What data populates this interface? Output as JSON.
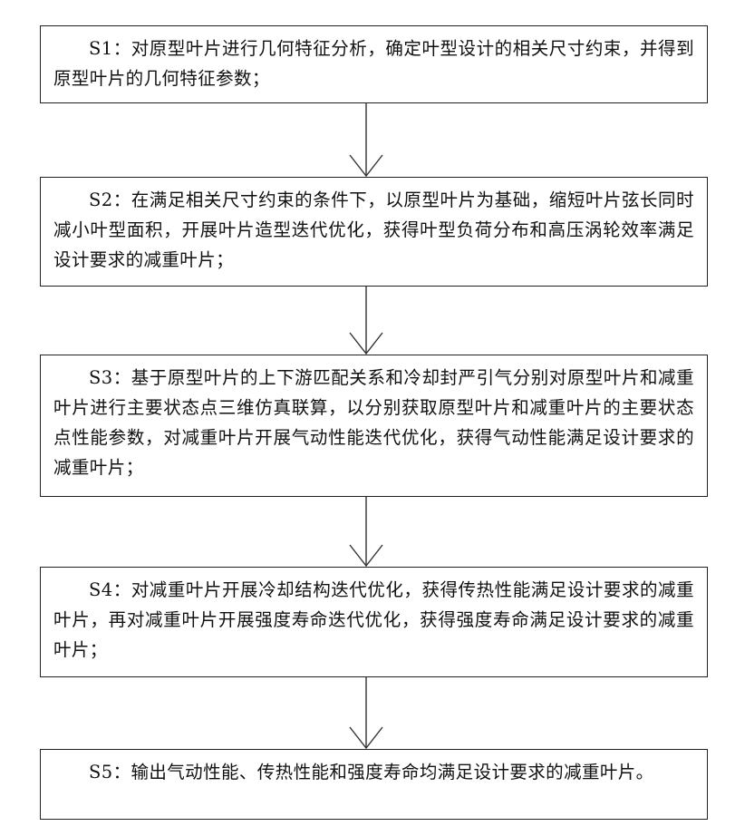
{
  "steps": [
    {
      "id": "S1",
      "text": "S1：对原型叶片进行几何特征分析，确定叶型设计的相关尺寸约束，并得到原型叶片的几何特征参数；"
    },
    {
      "id": "S2",
      "text": "S2：在满足相关尺寸约束的条件下，以原型叶片为基础，缩短叶片弦长同时减小叶型面积，开展叶片造型迭代优化，获得叶型负荷分布和高压涡轮效率满足设计要求的减重叶片；"
    },
    {
      "id": "S3",
      "text": "S3：基于原型叶片的上下游匹配关系和冷却封严引气分别对原型叶片和减重叶片进行主要状态点三维仿真联算，以分别获取原型叶片和减重叶片的主要状态点性能参数，对减重叶片开展气动性能迭代优化，获得气动性能满足设计要求的减重叶片；"
    },
    {
      "id": "S4",
      "text": "S4：对减重叶片开展冷却结构迭代优化，获得传热性能满足设计要求的减重叶片，再对减重叶片开展强度寿命迭代优化，获得强度寿命满足设计要求的减重叶片；"
    },
    {
      "id": "S5",
      "text": "S5：输出气动性能、传热性能和强度寿命均满足设计要求的减重叶片。"
    }
  ],
  "style": {
    "line_color": "#222222",
    "text_color": "#111111",
    "background": "#ffffff"
  }
}
